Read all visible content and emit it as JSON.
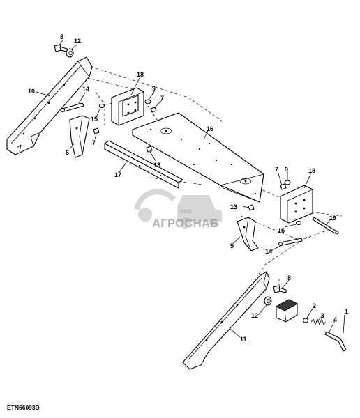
{
  "figure_id": "ETN66093D",
  "watermark": {
    "company_prefix": "ООО",
    "company_name": "АГРОСНАБ"
  },
  "callouts": [
    {
      "id": "c8a",
      "label": "8"
    },
    {
      "id": "c12a",
      "label": "12"
    },
    {
      "id": "c10",
      "label": "10"
    },
    {
      "id": "c14a",
      "label": "14"
    },
    {
      "id": "c15a",
      "label": "15"
    },
    {
      "id": "c7a",
      "label": "7"
    },
    {
      "id": "c6",
      "label": "6"
    },
    {
      "id": "c18a",
      "label": "18"
    },
    {
      "id": "c9a",
      "label": "9"
    },
    {
      "id": "c7b",
      "label": "7"
    },
    {
      "id": "c16",
      "label": "16"
    },
    {
      "id": "c13a",
      "label": "13"
    },
    {
      "id": "c17",
      "label": "17"
    },
    {
      "id": "c7c",
      "label": "7"
    },
    {
      "id": "c9b",
      "label": "9"
    },
    {
      "id": "c18b",
      "label": "18"
    },
    {
      "id": "c13b",
      "label": "13"
    },
    {
      "id": "c19",
      "label": "19"
    },
    {
      "id": "c15b",
      "label": "15"
    },
    {
      "id": "c5",
      "label": "5"
    },
    {
      "id": "c14b",
      "label": "14"
    },
    {
      "id": "c8b",
      "label": "8"
    },
    {
      "id": "c2",
      "label": "2"
    },
    {
      "id": "c3",
      "label": "3"
    },
    {
      "id": "c4",
      "label": "4"
    },
    {
      "id": "c1",
      "label": "1"
    },
    {
      "id": "c12b",
      "label": "12"
    },
    {
      "id": "c11",
      "label": "11"
    }
  ]
}
